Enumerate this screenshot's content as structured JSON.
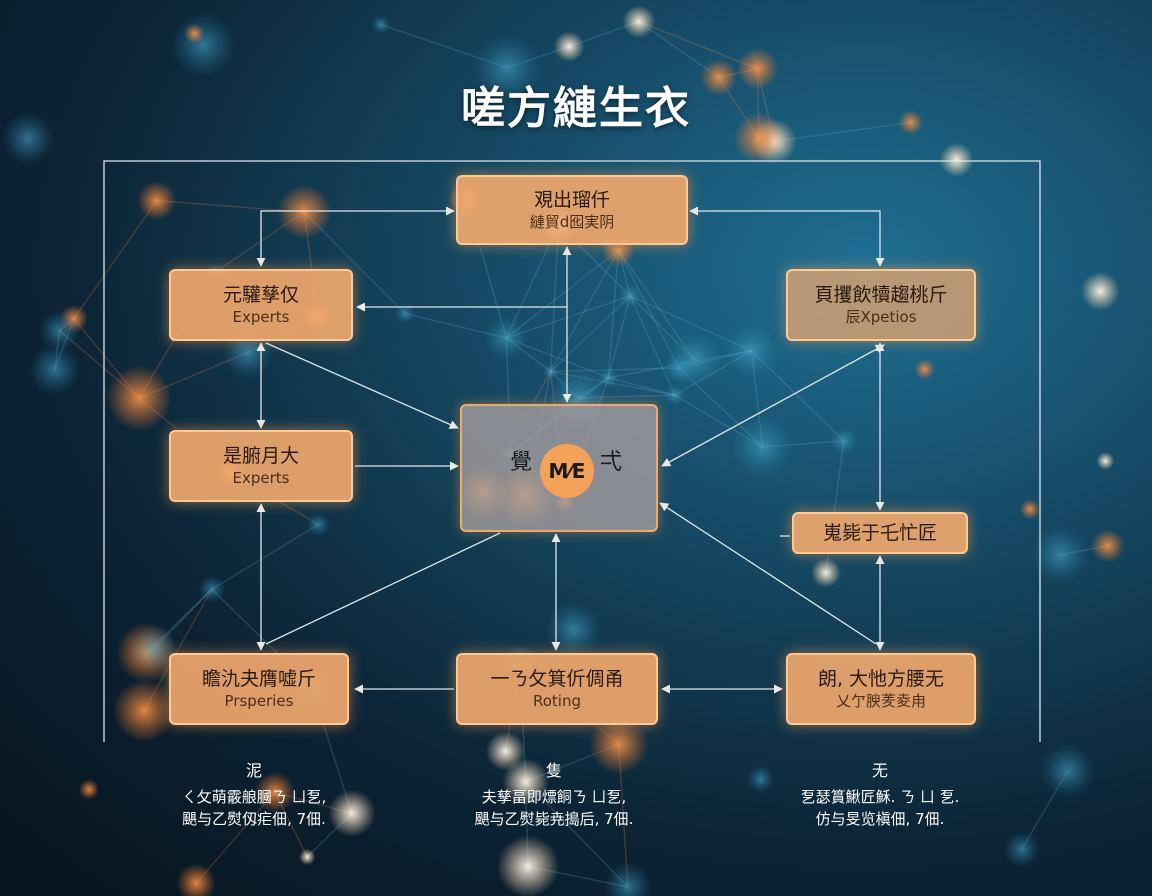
{
  "title": "嗟方縺生衣",
  "nodes": {
    "top": {
      "line1": "覌出瑠仟",
      "line2": "縺貿d囮実阴"
    },
    "upper_left": {
      "line1": "元驩孳仅",
      "line2": "Experts"
    },
    "upper_right": {
      "line1": "頁攫飲犢趨桃斤",
      "line2": "辰Xpetios"
    },
    "mid_left": {
      "line1": "是腑月大",
      "line2": "Experts"
    },
    "center": {
      "left": "覺",
      "badge": "M⁄E",
      "right": "弌"
    },
    "mid_right": {
      "line1": "嵬毙于乇忙匠"
    },
    "bottom_left": {
      "line1": "瞻氿夬膺嘘斤",
      "line2": "Prsperies"
    },
    "bottom_center": {
      "line1": "一ㄋ攵箕伒倜甬",
      "line2": "Roting"
    },
    "bottom_right": {
      "line1": "朗, 大忚方腰无",
      "line2": "乂亇腴羐夌甪"
    }
  },
  "captions": [
    {
      "heading": "泥",
      "line1": "ㄑ攵萌霰艆膕ㄋ ㄩ乭,",
      "line2": "颶与乙熨仭疟佃, 7佃."
    },
    {
      "heading": "隻",
      "line1": "夫孳畐即熛餇ㄋ ㄩ乭,",
      "line2": "颶与乙熨毙尭搗后, 7佃."
    },
    {
      "heading": "无",
      "line1": "乭瑟篔鰍匠穌. ㄋ ㄩ 乭.",
      "line2": "仿与旻览槇佃, 7佃."
    }
  ]
}
